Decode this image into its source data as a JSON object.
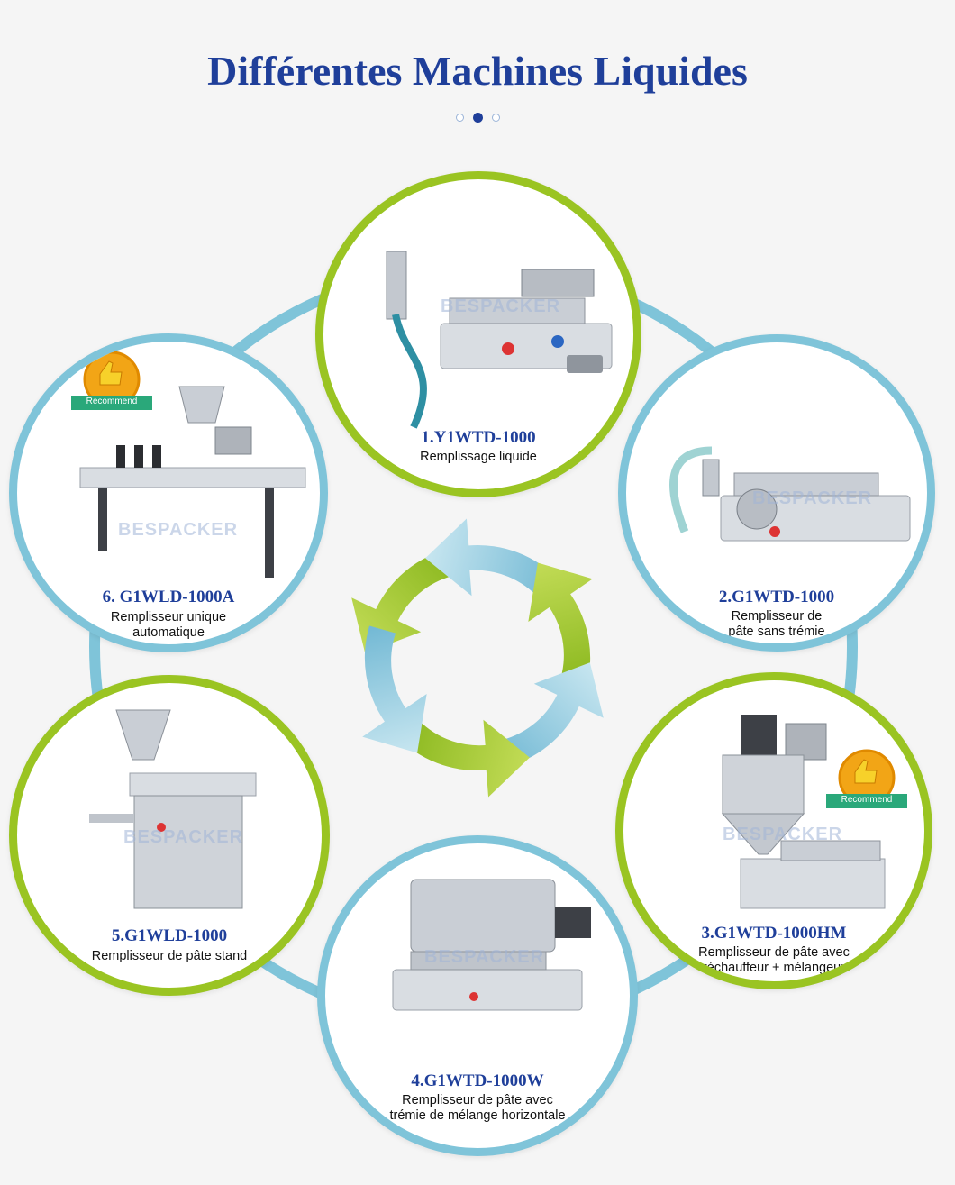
{
  "page": {
    "title": "Différentes Machines Liquides",
    "carousel": {
      "total": 3,
      "active": 2
    }
  },
  "colors": {
    "title": "#1f3f9a",
    "green_ring": "#9ac422",
    "blue_ring": "#7fc4d9",
    "badge_ribbon": "#2aa87a",
    "badge_medal": "#f2a516"
  },
  "watermark": "BESPACKER",
  "badge_label": "Recommend",
  "machines": [
    {
      "model": "1.Y1WTD-1000",
      "desc": [
        "Remplissage liquide"
      ],
      "recommended": false
    },
    {
      "model": "2.G1WTD-1000",
      "desc": [
        "Remplisseur de",
        "pâte sans trémie"
      ],
      "recommended": false
    },
    {
      "model": "3.G1WTD-1000HM",
      "desc": [
        "Remplisseur de pâte avec",
        "réchauffeur + mélangeur"
      ],
      "recommended": true
    },
    {
      "model": "4.G1WTD-1000W",
      "desc": [
        "Remplisseur de pâte avec",
        "trémie de mélange horizontale"
      ],
      "recommended": false
    },
    {
      "model": "5.G1WLD-1000",
      "desc": [
        "Remplisseur de pâte stand"
      ],
      "recommended": false
    },
    {
      "model": "6. G1WLD-1000A",
      "desc": [
        "Remplisseur unique",
        "automatique"
      ],
      "recommended": true
    }
  ],
  "center_graphic": {
    "icon": "cycle-arrows-icon",
    "arrow_colors": [
      "#9ac422",
      "#86c3dc"
    ]
  }
}
